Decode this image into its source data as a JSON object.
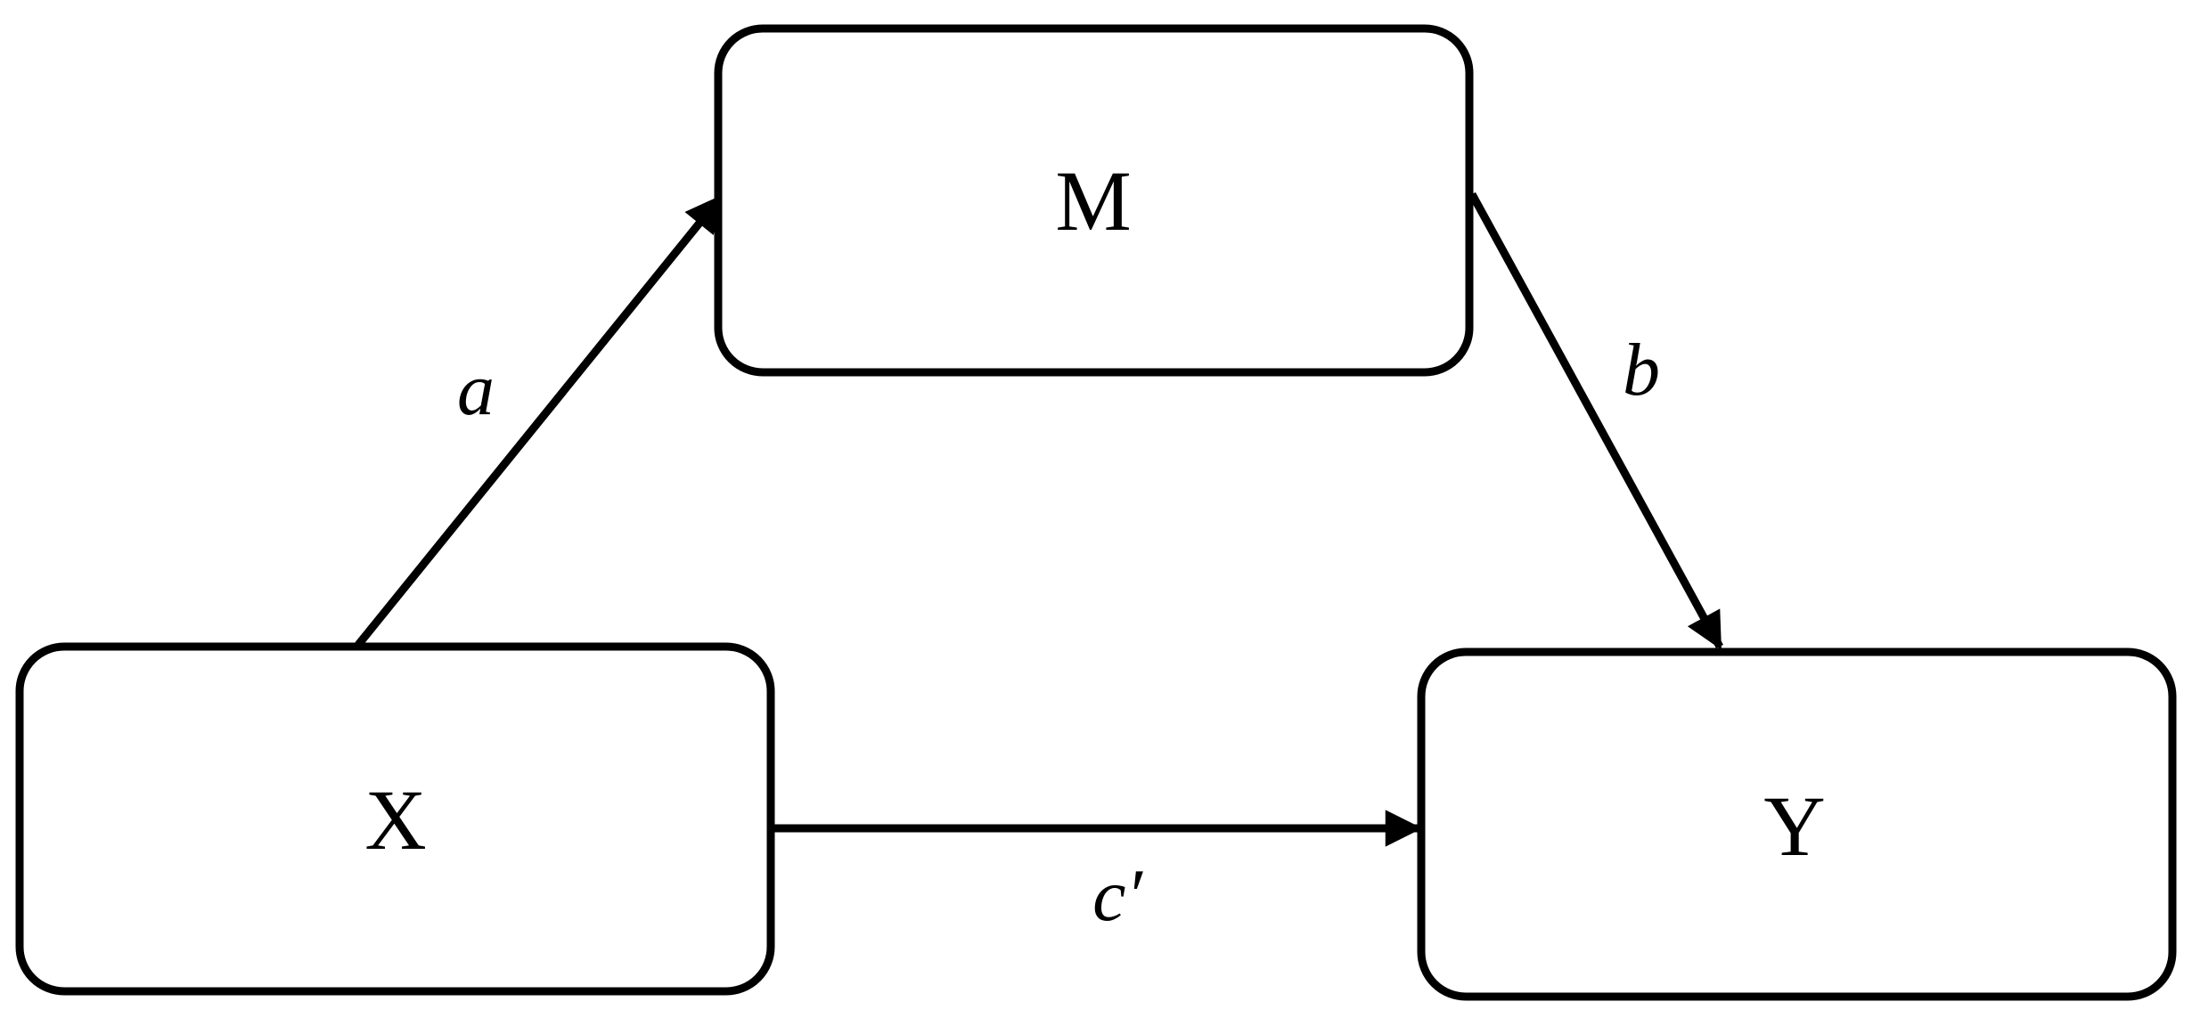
{
  "nodes": {
    "mediator": {
      "label": "M"
    },
    "independent": {
      "label": "X"
    },
    "dependent": {
      "label": "Y"
    }
  },
  "edges": {
    "a": {
      "label": "a",
      "from": "X",
      "to": "M"
    },
    "b": {
      "label": "b",
      "from": "M",
      "to": "Y"
    },
    "c_prime": {
      "label": "c′",
      "from": "X",
      "to": "Y"
    }
  },
  "colors": {
    "stroke": "#000000",
    "background": "#ffffff"
  }
}
